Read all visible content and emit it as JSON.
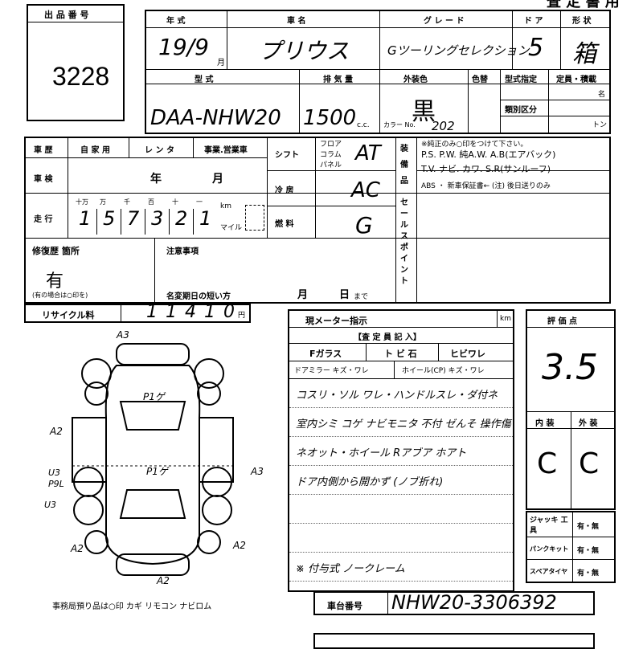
{
  "lot": {
    "label": "出 品 番 号",
    "number": "3228"
  },
  "header_title": "査 定 書 用",
  "vehicle": {
    "year_label": "年 式",
    "year_value": "19/9",
    "year_suffix": "月",
    "name_label": "車 名",
    "name_value": "プリウス",
    "grade_label": "グ レ ー ド",
    "grade_value": "Gツーリングセレクション",
    "doors_label": "ド ア",
    "doors_value": "5",
    "shape_label": "形 状",
    "shape_value": "箱",
    "model_label": "型 式",
    "model_value": "DAA-NHW20",
    "disp_label": "排 気 量",
    "disp_value": "1500",
    "disp_unit": "c.c.",
    "color_label": "外装色",
    "color_value": "黒",
    "color_no_label": "カラー No.",
    "color_no_value": "202",
    "tone_label": "色替",
    "type_label": "型式指定",
    "class_label": "類別区分",
    "cap_label": "定員・積載",
    "cap_unit1": "名",
    "cap_unit2": "トン"
  },
  "history": {
    "label": "車 歴",
    "opt1": "自 家 用",
    "opt2": "レ ン タ",
    "opt3": "事業.営業車"
  },
  "inspection": {
    "label": "車 検",
    "year": "年",
    "month": "月"
  },
  "mileage": {
    "label": "走 行",
    "digit_labels": [
      "十万",
      "万",
      "千",
      "百",
      "十",
      "一"
    ],
    "digits": [
      "1",
      "5",
      "7",
      "3",
      "2",
      "1"
    ],
    "unit_km": "km",
    "unit_mile": "マイル"
  },
  "shift": {
    "label": "シフト",
    "opts": [
      "フロア",
      "コラム",
      "パネル"
    ],
    "value": "AT"
  },
  "ac": {
    "label": "冷 房",
    "value": "AC"
  },
  "fuel": {
    "label": "燃 料",
    "value": "G"
  },
  "equipment": {
    "label": "装 備 品",
    "note": "※純正のみ○印をつけて下さい。",
    "line1": "P.S. P.W. 純A.W. A.B(エアバック)",
    "line2": "T.V. ナビ. カワ. S.R(サンルーフ)",
    "line3": "ABS ・ 新車保証書← (注) 後日送りのみ"
  },
  "sales_point_label": "セールスポイント",
  "repair": {
    "label": "修復歴 箇所",
    "value": "有",
    "note": "(有の場合は○印を)"
  },
  "notes": {
    "label": "注意事項",
    "name_change": "名変期日の短い方",
    "month": "月",
    "day": "日",
    "made": "まで"
  },
  "recycle": {
    "label": "リサイクル料",
    "value": "11410",
    "unit": "円"
  },
  "meter": {
    "label": "現メーター指示",
    "unit": "km"
  },
  "inspector": {
    "title": "【査 定 員 記 入】",
    "fglass": "Fガラス",
    "crack": "ト ビ 石",
    "crack2": "ヒビワレ",
    "mirror": "ドアミラー キズ・ワレ",
    "wheel": "ホイール(CP) キズ・ワレ"
  },
  "remarks": [
    "コスリ・ソル ワレ・ハンドルスレ・ダ付ネ",
    "室内シミ コゲ ナビモニタ 不付 ゼんそ 操作傷",
    "ネオット・ホイール Rアブア ホアト",
    "ドア内側から開かず (ノブ折れ)",
    "",
    "",
    "※ 付与式 ノークレーム"
  ],
  "evaluation": {
    "label": "評 価 点",
    "score": "3.5",
    "inner_label": "内 装",
    "outer_label": "外 装",
    "inner": "C",
    "outer": "C"
  },
  "tools": {
    "jack_label": "ジャッキ 工 具",
    "jack_opt": "有・無",
    "puncture_label": "パンクキット",
    "puncture_opt": "有・無",
    "spare_label": "スペアタイヤ",
    "spare_opt": "有・無"
  },
  "chassis": {
    "label": "車台番号",
    "value": "NHW20-3306392"
  },
  "diagram": {
    "marks": [
      "A3",
      "P1ゲ",
      "P1ゲ",
      "A2",
      "A3",
      "U3",
      "P9L",
      "U3",
      "A2",
      "A2",
      "A2"
    ],
    "footer": "事務局預り品は○印 カギ リモコン ナビロム"
  }
}
